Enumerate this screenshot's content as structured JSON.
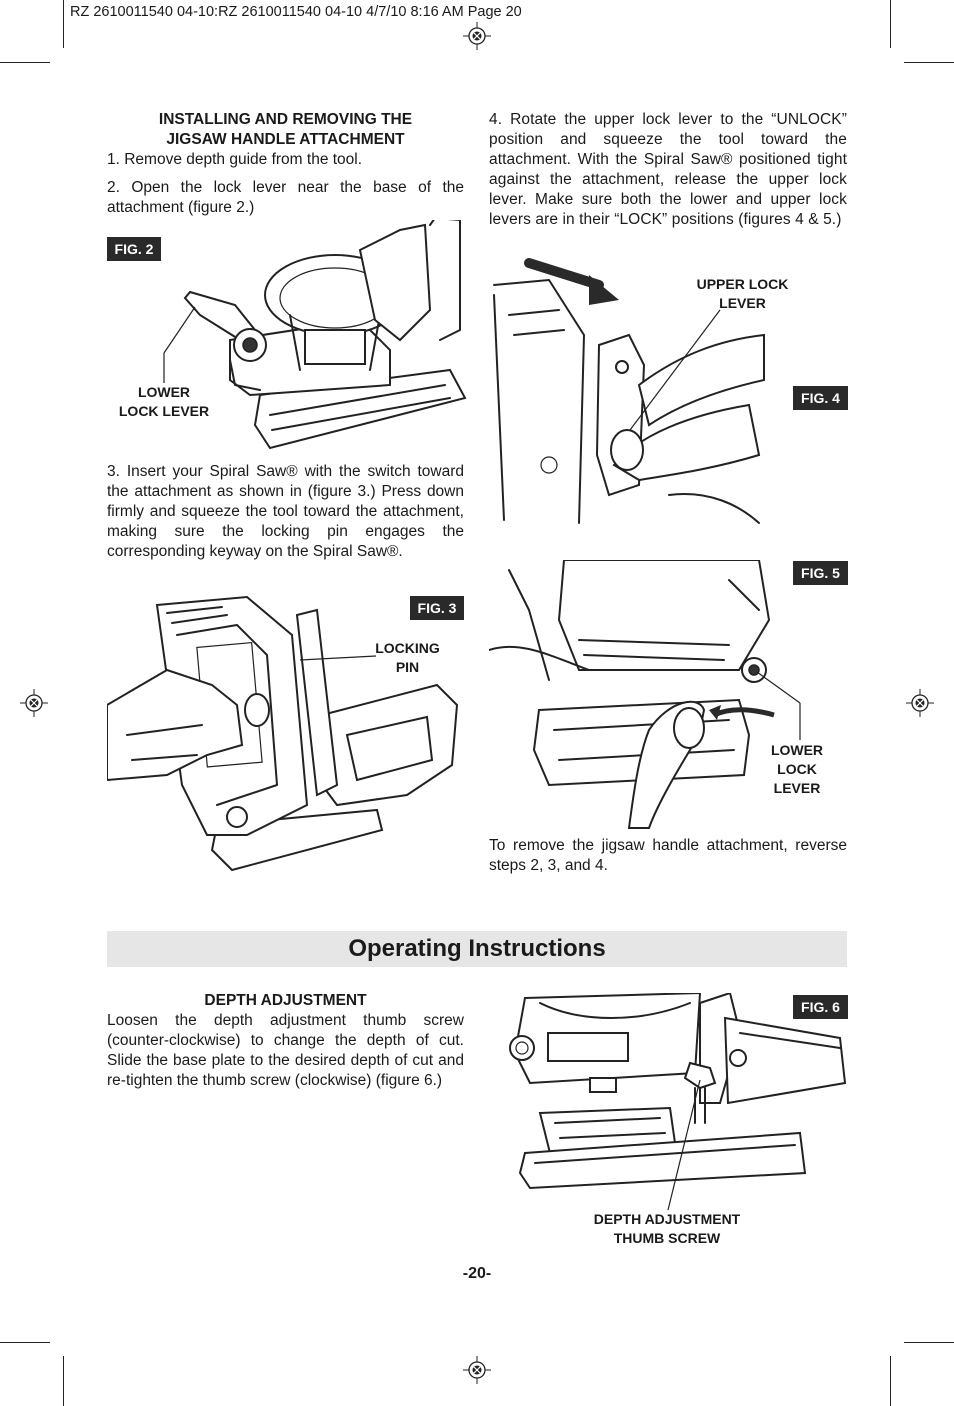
{
  "header": {
    "slug": "RZ 2610011540 04-10:RZ 2610011540 04-10  4/7/10  8:16 AM  Page 20"
  },
  "left_column": {
    "heading_line1": "INSTALLING AND REMOVING THE",
    "heading_line2": "JIGSAW HANDLE ATTACHMENT",
    "step1": "1. Remove depth guide from the tool.",
    "step2": "2. Open the lock lever near the base of the attachment (figure 2.)",
    "step3": "3. Insert your Spiral Saw® with the switch toward the attachment as shown in (figure 3.) Press down firmly and squeeze the tool toward the attachment, making sure the locking pin engages the corresponding keyway on the Spiral Saw®."
  },
  "right_column": {
    "step4": "4. Rotate the upper lock lever to the “UNLOCK” position and squeeze the tool toward the attachment. With the Spiral Saw® positioned tight against the attachment, release the upper lock lever. Make sure both the lower and upper lock levers are in their “LOCK” positions (figures 4 & 5.)",
    "remove_note": "To remove the jigsaw handle attachment, reverse steps 2, 3, and 4."
  },
  "figures": {
    "fig2": {
      "label": "FIG. 2",
      "callout_line1": "LOWER",
      "callout_line2": "LOCK LEVER"
    },
    "fig3": {
      "label": "FIG. 3",
      "callout_line1": "LOCKING",
      "callout_line2": "PIN"
    },
    "fig4": {
      "label": "FIG. 4",
      "callout_line1": "UPPER LOCK",
      "callout_line2": "LEVER"
    },
    "fig5": {
      "label": "FIG. 5",
      "callout_line1": "LOWER",
      "callout_line2": "LOCK",
      "callout_line3": "LEVER"
    },
    "fig6": {
      "label": "FIG. 6",
      "callout_line1": "DEPTH ADJUSTMENT",
      "callout_line2": "THUMB SCREW"
    }
  },
  "section": {
    "title": "Operating Instructions"
  },
  "depth": {
    "heading": "DEPTH ADJUSTMENT",
    "body": "Loosen the depth adjustment thumb screw (counter-clockwise) to change the depth of cut. Slide the base plate to the desired depth of cut and re-tighten the thumb screw (clockwise) (figure 6.)"
  },
  "footer": {
    "page_number": "-20-"
  }
}
